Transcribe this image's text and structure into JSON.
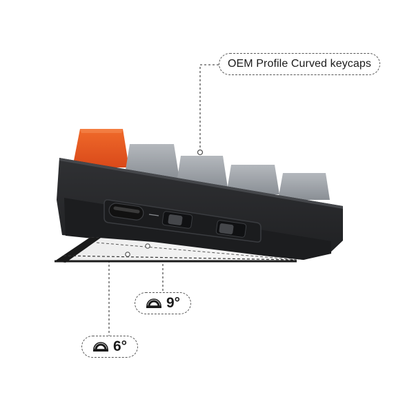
{
  "callouts": {
    "keycaps": {
      "label": "OEM Profile Curved keycaps"
    },
    "angle_high": {
      "value": "9°",
      "icon": "tilt-angle-icon"
    },
    "angle_low": {
      "value": "6°",
      "icon": "tilt-angle-icon"
    }
  },
  "colors": {
    "case": "#262729",
    "case_lower": "#1e1f21",
    "keycap_orange": "#e8571f",
    "keycap_gray": "#9da2a8",
    "ports_panel": "#1b1c1e",
    "stand": "#1a1a1a",
    "leader_line": "#555555"
  }
}
